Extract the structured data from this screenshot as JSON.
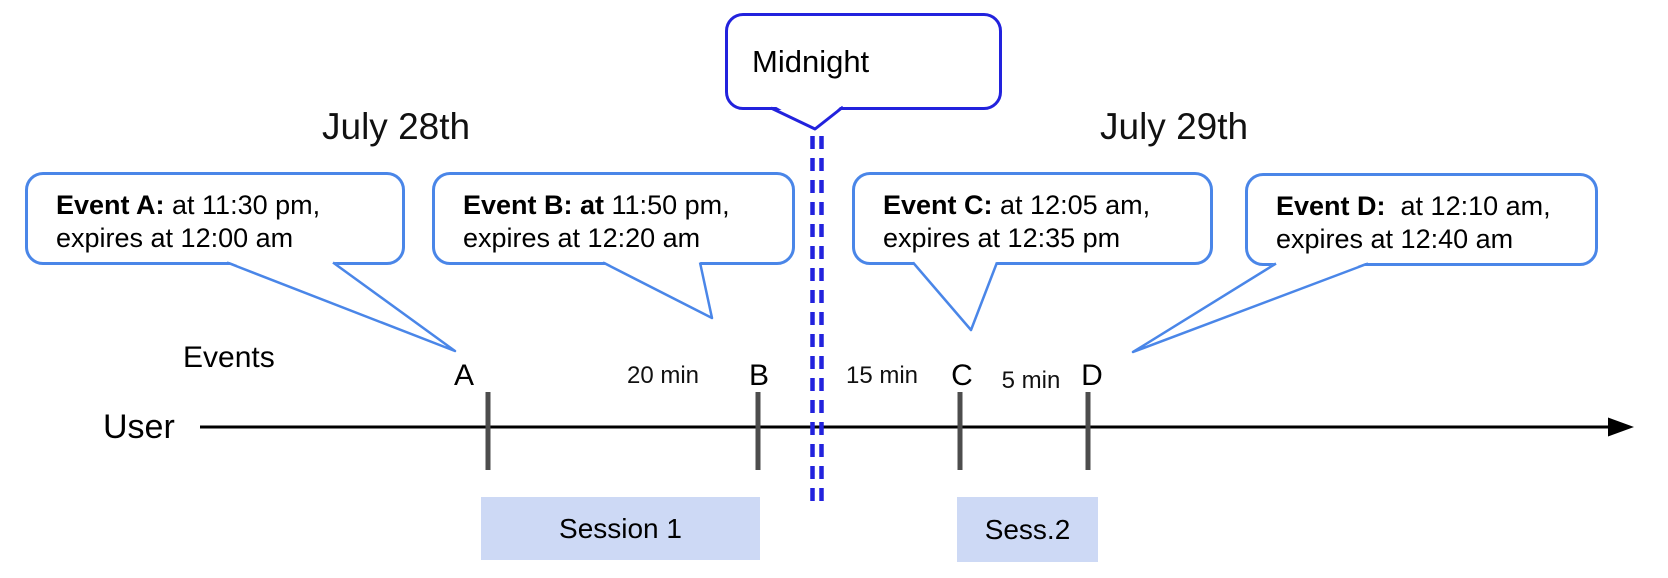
{
  "dates": {
    "left": "July 28th",
    "right": "July 29th"
  },
  "midnight": {
    "label": "Midnight"
  },
  "events": [
    {
      "id": "A",
      "bold": "Event A:",
      "text": " at 11:30 pm,",
      "line2": "expires at 12:00 am"
    },
    {
      "id": "B",
      "bold": "Event B: at",
      "text": " 11:50 pm,",
      "line2": "expires at 12:20 am"
    },
    {
      "id": "C",
      "bold": "Event C:",
      "text": " at 12:05 am,",
      "line2": "expires at 12:35 pm"
    },
    {
      "id": "D",
      "bold": "Event D:",
      "text": "  at 12:10 am,",
      "line2": "expires at 12:40 am"
    }
  ],
  "timeline": {
    "events_label": "Events",
    "user_label": "User",
    "tick_labels": [
      "A",
      "B",
      "C",
      "D"
    ]
  },
  "intervals": [
    "20 min",
    "15 min",
    "5 min"
  ],
  "sessions": [
    "Session 1",
    "Sess.2"
  ],
  "colors": {
    "event_callout_border": "#4a86e8",
    "midnight_blue": "#2222dd",
    "session_fill": "#cdd9f5",
    "tick_gray": "#4d4d4d",
    "timeline_black": "#000000"
  }
}
